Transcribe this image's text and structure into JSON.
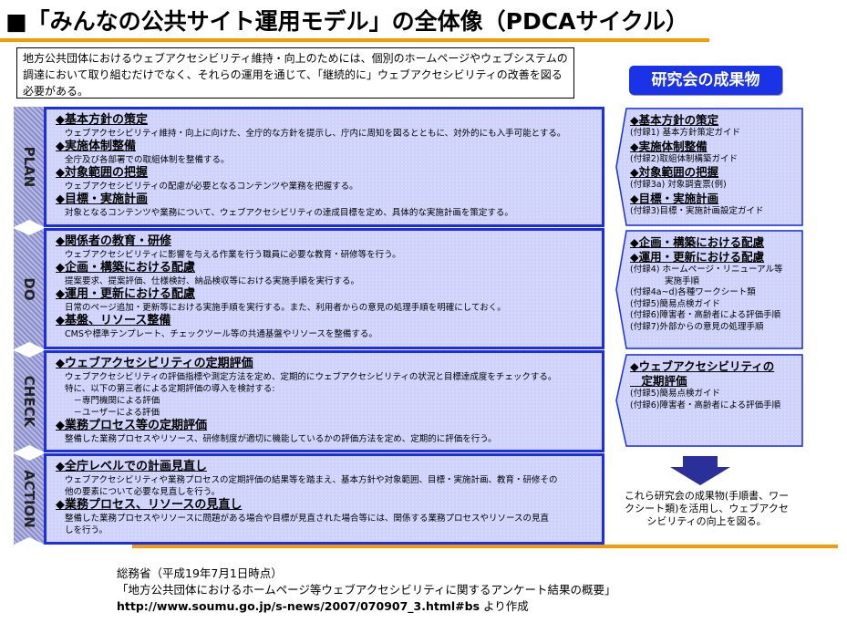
{
  "title": "■「みんなの公共サイト運用モデル」の全体像（PDCAサイクル）",
  "intro": "地方公共団体におけるウェブアクセシビリティ維持・向上のためには、個別のホームページやウェブシステムの調達において取り組むだけでなく、それらの運用を通じて、「継続的に」ウェブアクセシビリティの改善を図る必要がある。",
  "badge": "研究会の成果物",
  "phases": [
    {
      "label": "PLAN",
      "items": [
        {
          "heading": "◆基本方針の策定",
          "lines": [
            "ウェブアクセシビリティ維持・向上に向けた、全庁的な方針を提示し、庁内に周知を図るとともに、対外的にも入手可能とする。"
          ]
        },
        {
          "heading": "◆実施体制整備",
          "lines": [
            "全庁及び各部署での取組体制を整備する。"
          ]
        },
        {
          "heading": "◆対象範囲の把握",
          "lines": [
            "ウェブアクセシビリティの配慮が必要となるコンテンツや業務を把握する。"
          ]
        },
        {
          "heading": "◆目標・実施計画",
          "lines": [
            "対象となるコンテンツや業務について、ウェブアクセシビリティの達成目標を定め、具体的な実施計画を策定する。"
          ]
        }
      ]
    },
    {
      "label": "DO",
      "items": [
        {
          "heading": "◆関係者の教育・研修",
          "lines": [
            "ウェブアクセシビリティに影響を与える作業を行う職員に必要な教育・研修等を行う。"
          ]
        },
        {
          "heading": "◆企画・構築における配慮",
          "lines": [
            "提案要求、提案評価、仕様検討、納品検収等における実施手順を実行する。"
          ]
        },
        {
          "heading": "◆運用・更新における配慮",
          "lines": [
            "日常のページ追加・更新等における実施手順を実行する。また、利用者からの意見の処理手順を明確にしておく。"
          ]
        },
        {
          "heading": "◆基盤、リソース整備",
          "lines": [
            "CMSや標準テンプレート、チェックツール等の共通基盤やリソースを整備する。"
          ]
        }
      ]
    },
    {
      "label": "CHECK",
      "items": [
        {
          "heading": "◆ウェブアクセシビリティの定期評価",
          "lines": [
            "ウェブアクセシビリティの評価指標や測定方法を定め、定期的にウェブアクセシビリティの状況と目標達成度をチェックする。",
            "特に、以下の第三者による定期評価の導入を検討する:",
            "　－専門機関による評価",
            "　－ユーザーによる評価"
          ]
        },
        {
          "heading": "◆業務プロセス等の定期評価",
          "lines": [
            "整備した業務プロセスやリソース、研修制度が適切に機能しているかの評価方法を定め、定期的に評価を行う。"
          ]
        }
      ]
    },
    {
      "label": "ACTION",
      "items": [
        {
          "heading": "◆全庁レベルでの計画見直し",
          "lines": [
            "ウェブアクセシビリティや業務プロセスの定期評価の結果等を踏まえ、基本方針や対象範囲、目標・実施計画、教育・研修その",
            "他の要素について必要な見直しを行う。"
          ]
        },
        {
          "heading": "◆業務プロセス、リソースの見直し",
          "lines": [
            "整備した業務プロセスやリソースに問題がある場合や目標が見直された場合等には、関係する業務プロセスやリソースの見直",
            "しを行う。"
          ]
        }
      ]
    }
  ],
  "outputs": [
    {
      "items": [
        {
          "heading": "◆基本方針の策定",
          "notes": [
            "(付録1) 基本方針策定ガイド"
          ]
        },
        {
          "heading": "◆実施体制整備",
          "notes": [
            "(付録2)取組体制構築ガイド"
          ]
        },
        {
          "heading": "◆対象範囲の把握",
          "notes": [
            "(付録3a) 対象調査票(例)"
          ]
        },
        {
          "heading": "◆目標・実施計画",
          "notes": [
            "(付録3)目標・実施計画設定ガイド"
          ]
        }
      ]
    },
    {
      "items": [
        {
          "heading": "◆企画・構築における配慮",
          "notes": []
        },
        {
          "heading": "◆運用・更新における配慮",
          "notes": [
            "(付録4) ホームページ・リニューアル等",
            "　　　　実施手順",
            "(付録4a~d)各種ワークシート類",
            "(付録5)簡易点検ガイド",
            "(付録6)障害者・高齢者による評価手順",
            "(付録7)外部からの意見の処理手順"
          ]
        }
      ]
    },
    {
      "items": [
        {
          "heading": "◆ウェブアクセシビリティの",
          "notes": []
        },
        {
          "heading": "　定期評価",
          "notes": [
            "(付録5)簡易点検ガイド",
            "(付録6)障害者・高齢者による評価手順"
          ]
        }
      ]
    }
  ],
  "arrow_text": "これら研究会の成果物(手順書、ワークシート類)を活用し、ウェブアクセシビリティの向上を図る。",
  "footer": {
    "line1": "総務省（平成19年7月1日時点）",
    "line2": "「地方公共団体におけるホームページ等ウェブアクセシビリティに関するアンケート結果の概要」",
    "url": "http://www.soumu.go.jp/s-news/2007/070907_3.html#bs",
    "suffix": " より作成"
  },
  "colors": {
    "accent_orange": "#f59a00",
    "panel_border": "#1a2ee8",
    "badge": "#1a33e6",
    "panel_fill": "#cfd3fb"
  }
}
